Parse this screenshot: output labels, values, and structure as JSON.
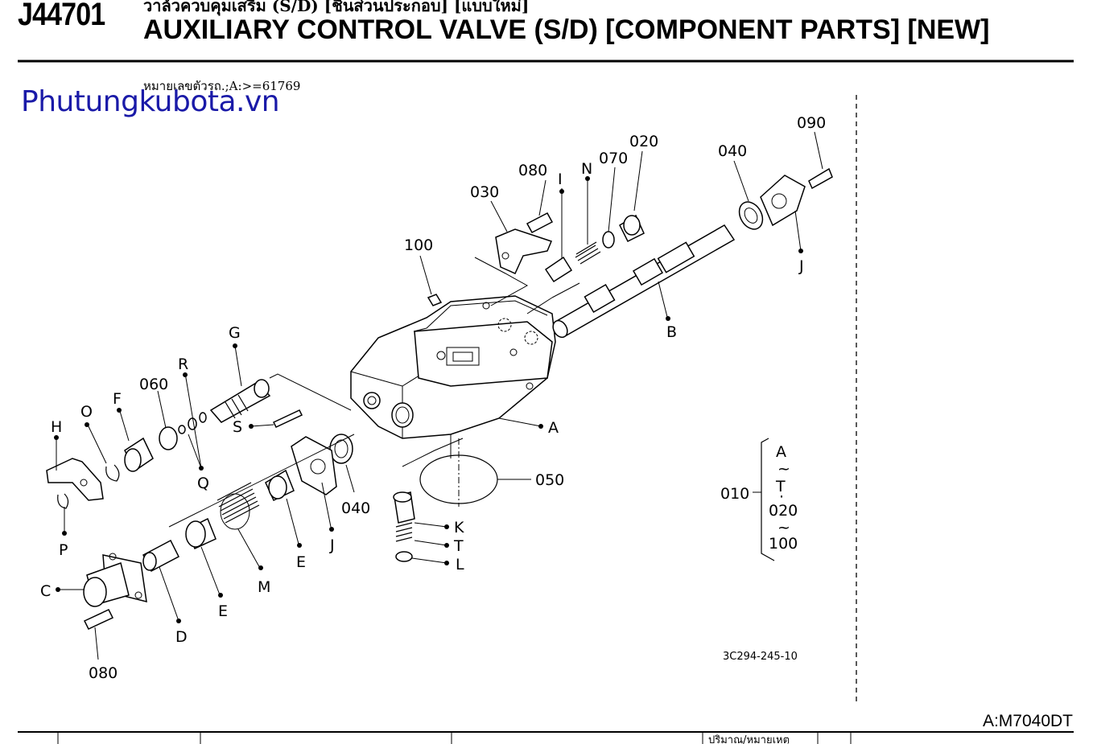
{
  "header": {
    "part_code": "J44701",
    "title_th": "วาล์วควบคุมเสริม (S/D) [ชิ้นส่วนประกอบ] [แบบใหม่]",
    "title_en": "AUXILIARY CONTROL VALVE (S/D) [COMPONENT PARTS] [NEW]",
    "serial_note": "หมายเลขตัวรถ.;A:>=61769"
  },
  "watermark": "Phutungkubota.vn",
  "diagram": {
    "figure_number": "3C294-245-10",
    "set_label": "010",
    "set_range": [
      "A",
      "~",
      "T",
      "·",
      "020",
      "~",
      "100"
    ],
    "callouts": {
      "p090": "090",
      "p040_top": "040",
      "p020": "020",
      "p070": "070",
      "pN": "N",
      "pI": "I",
      "p080_top": "080",
      "p030": "030",
      "p100": "100",
      "pJ_top": "J",
      "pB": "B",
      "pG": "G",
      "pR": "R",
      "p060": "060",
      "pF": "F",
      "pO": "O",
      "pH": "H",
      "pS": "S",
      "pA": "A",
      "pQ": "Q",
      "pP": "P",
      "p050": "050",
      "p040_bot": "040",
      "pJ_bot": "J",
      "pK": "K",
      "pT": "T",
      "pL": "L",
      "pE_mid": "E",
      "pM": "M",
      "pE_low": "E",
      "pC": "C",
      "pD": "D",
      "p080_bot": "080"
    }
  },
  "footer": {
    "model": "A:M7040DT",
    "table_header_partial": "ปริมาณ/หมายเหตุ"
  }
}
